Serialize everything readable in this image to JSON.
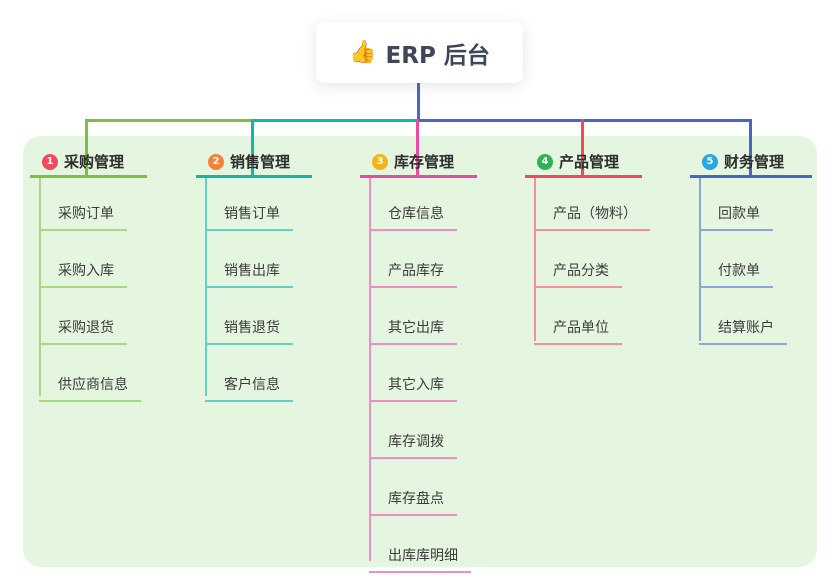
{
  "root": {
    "icon": "👍",
    "label": "ERP 后台"
  },
  "branches": [
    {
      "num": "1",
      "label": "采购管理",
      "badge_color": "#f4495c",
      "line_color": "#7cc043",
      "child_line_color": "#a9d87f",
      "children": [
        "采购订单",
        "采购入库",
        "采购退货",
        "供应商信息"
      ]
    },
    {
      "num": "2",
      "label": "销售管理",
      "badge_color": "#f6813b",
      "line_color": "#12b7ac",
      "child_line_color": "#63cfc7",
      "children": [
        "销售订单",
        "销售出库",
        "销售退货",
        "客户信息"
      ]
    },
    {
      "num": "3",
      "label": "库存管理",
      "badge_color": "#f7b217",
      "line_color": "#e84ba4",
      "child_line_color": "#f18cc5",
      "children": [
        "仓库信息",
        "产品库存",
        "其它出库",
        "其它入库",
        "库存调拨",
        "库存盘点",
        "出库库明细"
      ]
    },
    {
      "num": "4",
      "label": "产品管理",
      "badge_color": "#2fb454",
      "line_color": "#f4495c",
      "child_line_color": "#f58f9d",
      "children": [
        "产品（物料）",
        "产品分类",
        "产品单位"
      ]
    },
    {
      "num": "5",
      "label": "财务管理",
      "badge_color": "#29a7e0",
      "line_color": "#4467c8",
      "child_line_color": "#8ba5dd",
      "children": [
        "回款单",
        "付款单",
        "结算账户"
      ]
    }
  ],
  "colors": {
    "panel_bg": "#e4f5e0",
    "root_connector": "#4467c8",
    "root_text": "#3d4757",
    "branch_text": "#2d2d2d",
    "child_text": "#3c3c3c"
  }
}
